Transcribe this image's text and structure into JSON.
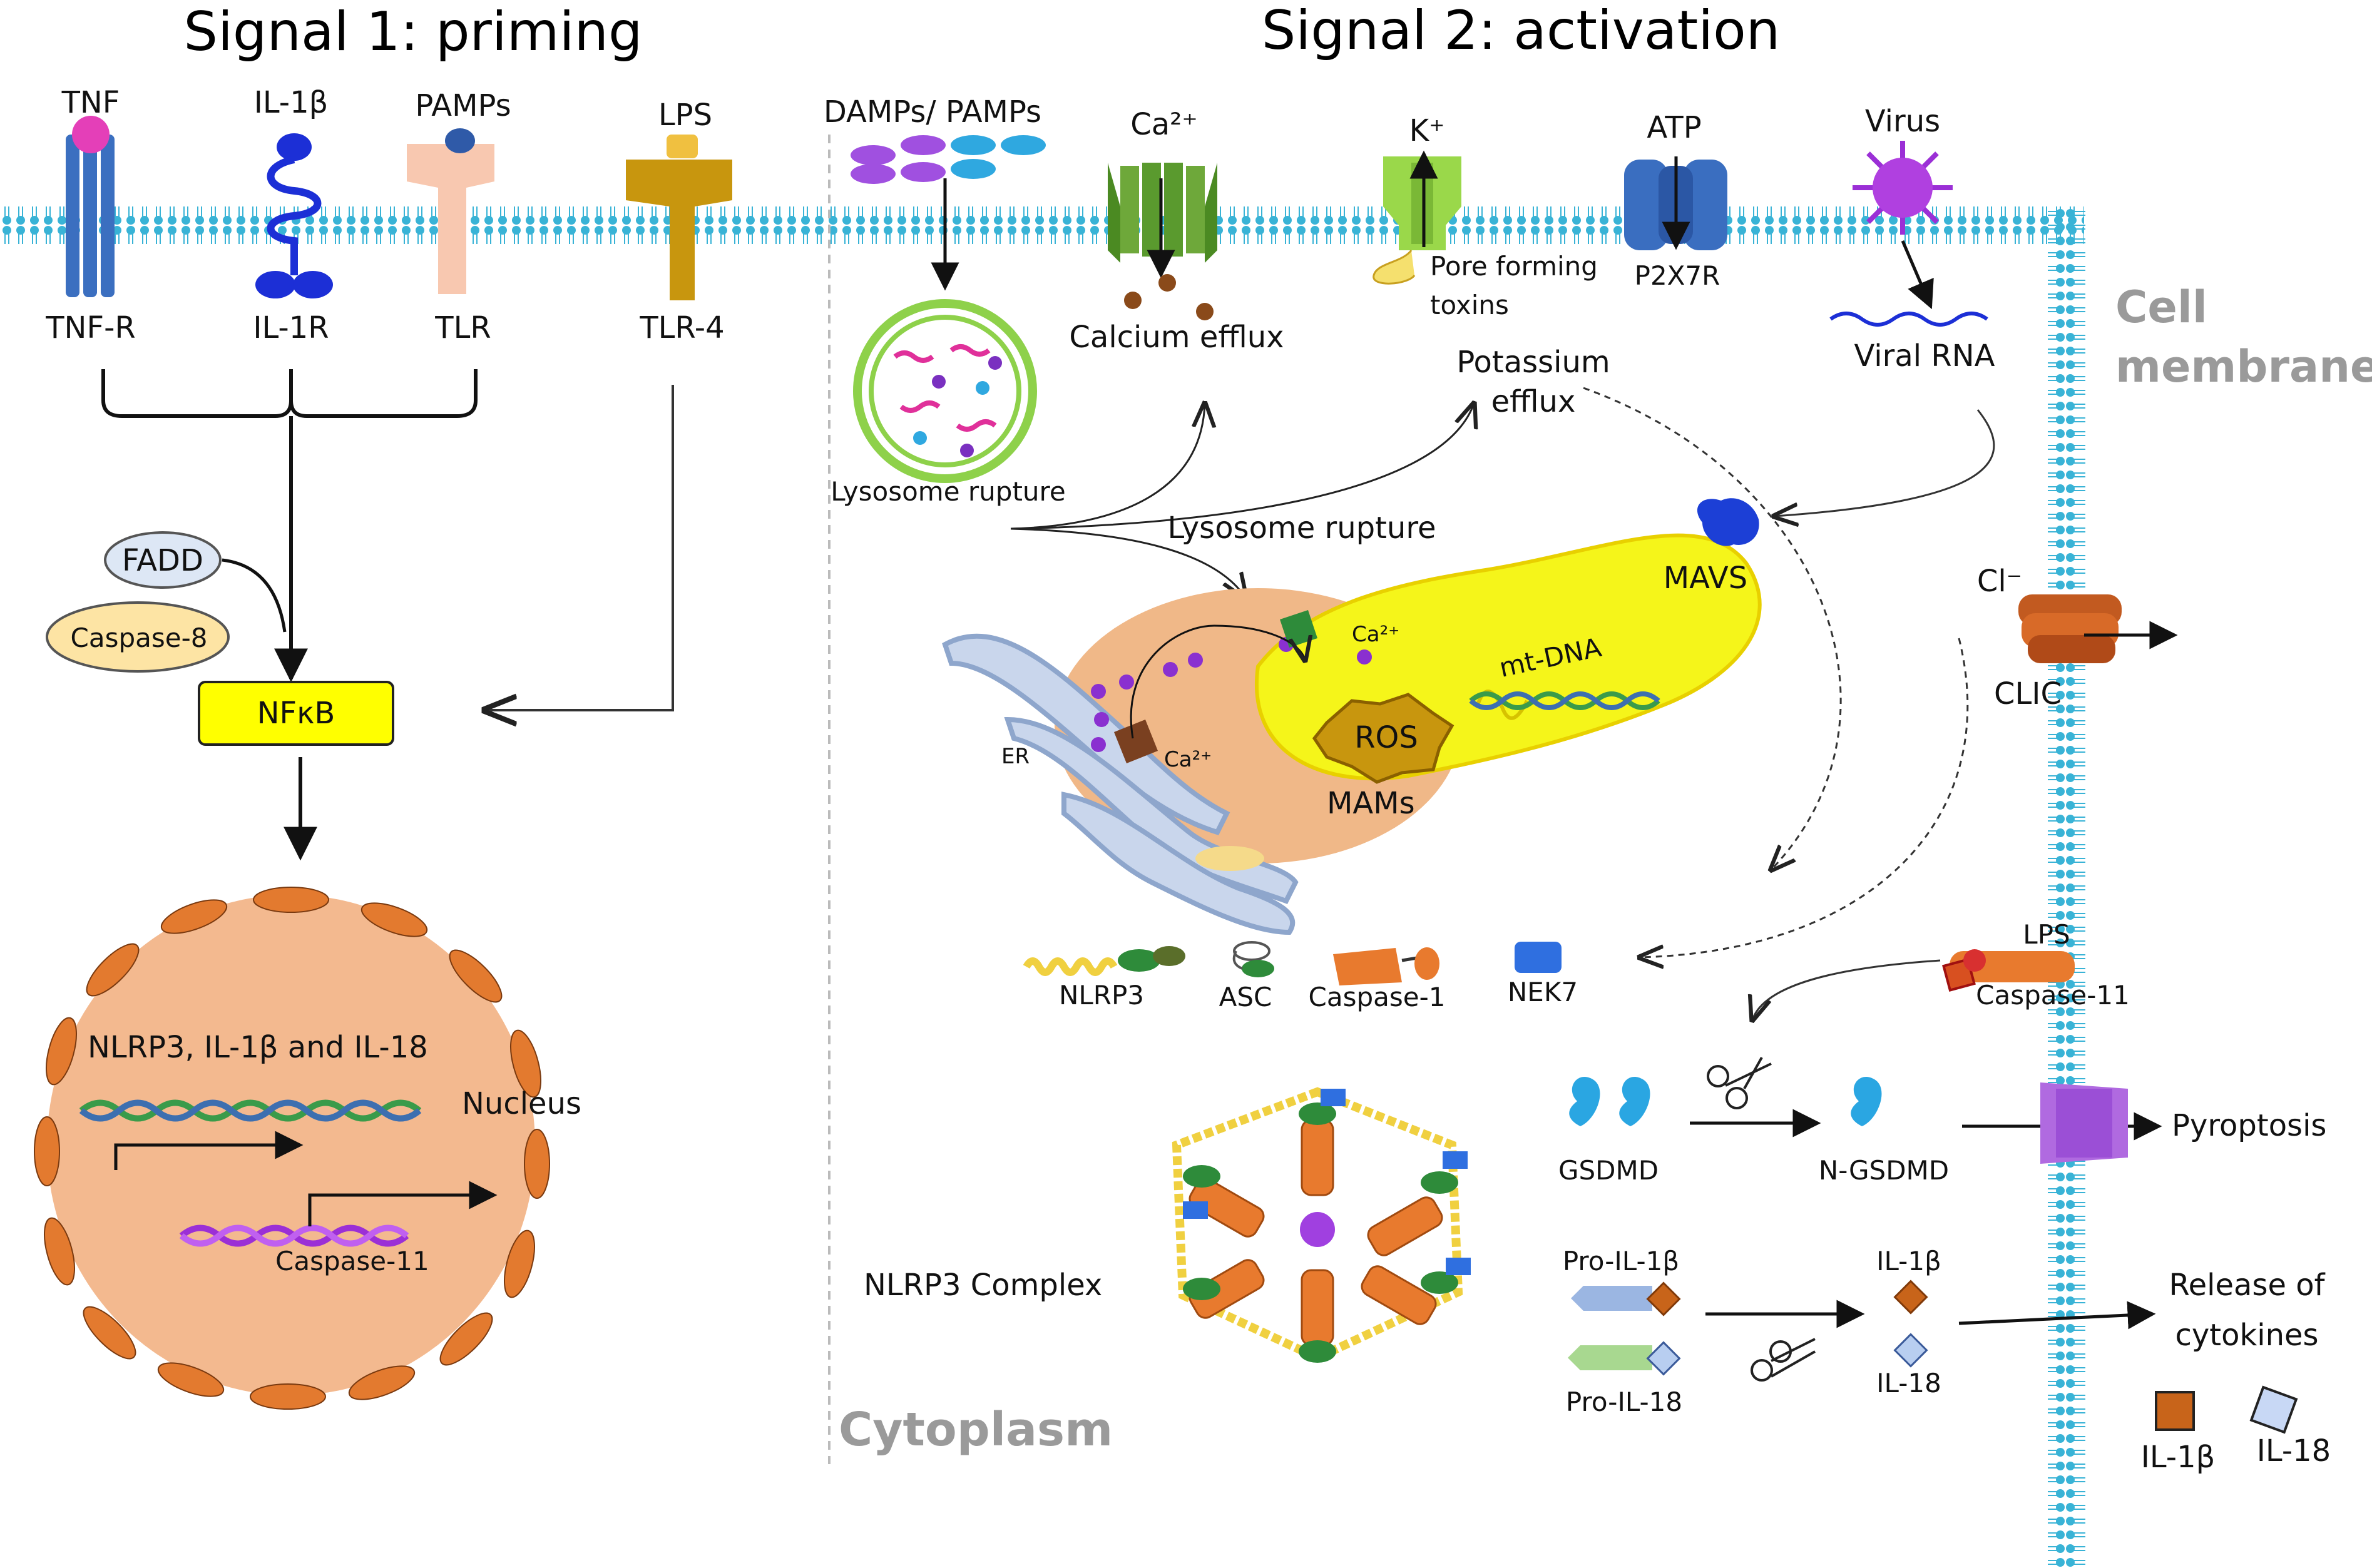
{
  "titles": {
    "signal1": "Signal 1: priming",
    "signal2": "Signal 2: activation"
  },
  "priming": {
    "receptors": [
      {
        "ligand": "TNF",
        "receptor": "TNF-R"
      },
      {
        "ligand": "IL-1β",
        "receptor": "IL-1R"
      },
      {
        "ligand": "PAMPs",
        "receptor": "TLR"
      },
      {
        "ligand": "LPS",
        "receptor": "TLR-4"
      }
    ],
    "adaptors": [
      "FADD",
      "Caspase-8"
    ],
    "nfkb": "NFκB",
    "nucleus_label": "Nucleus",
    "genes": "NLRP3, IL-1β and IL-18",
    "caspase11": "Caspase-11"
  },
  "activation": {
    "damps": "DAMPs/ PAMPs",
    "ca": "Ca²⁺",
    "k": "K⁺",
    "atp": "ATP",
    "virus": "Virus",
    "lysosome_rupture_1": "Lysosome rupture",
    "lysosome_rupture_2": "Lysosome rupture",
    "calcium_efflux": "Calcium  efflux",
    "pore_forming": "Pore forming",
    "toxins": "toxins",
    "p2x7r": "P2X7R",
    "viral_rna": "Viral RNA",
    "potassium": "Potassium",
    "efflux": "efflux",
    "cell_membrane_1": "Cell",
    "cell_membrane_2": "membrane",
    "cytoplasm": "Cytoplasm",
    "er": "ER",
    "ca_small_1": "Ca²⁺",
    "ca_small_2": "Ca²⁺",
    "mams": "MAMs",
    "ros": "ROS",
    "mtdna": "mt-DNA",
    "mavs": "MAVS",
    "cl": "Cl⁻",
    "clic": "CLIC",
    "components": [
      "NLRP3",
      "ASC",
      "Caspase-1",
      "NEK7"
    ],
    "lps2": "LPS",
    "caspase11b": "Caspase-11",
    "complex": "NLRP3 Complex",
    "gsdmd": "GSDMD",
    "ngsdmd": "N-GSDMD",
    "pyroptosis": "Pyroptosis",
    "pro_il1b": "Pro-IL-1β",
    "pro_il18": "Pro-IL-18",
    "il1b": "IL-1β",
    "il18": "IL-18",
    "release1": "Release of",
    "release2": "cytokines",
    "il1b_out": "IL-1β",
    "il18_out": "IL-18"
  },
  "colors": {
    "membrane": "#39b3d6",
    "nucleus_fill": "#f3b98f",
    "nucleus_border": "#e37a2f",
    "mito_fill": "#f5f51a",
    "mams_fill": "#f0b888",
    "nfkb_fill": "#ffff00",
    "caspase_orange": "#e87a2e",
    "nek7_blue": "#2f6fe0",
    "asc_green": "#2e8b3a",
    "gsdmd_blue": "#2aa6e2",
    "pyroptosis_purple": "#a04fd8"
  }
}
